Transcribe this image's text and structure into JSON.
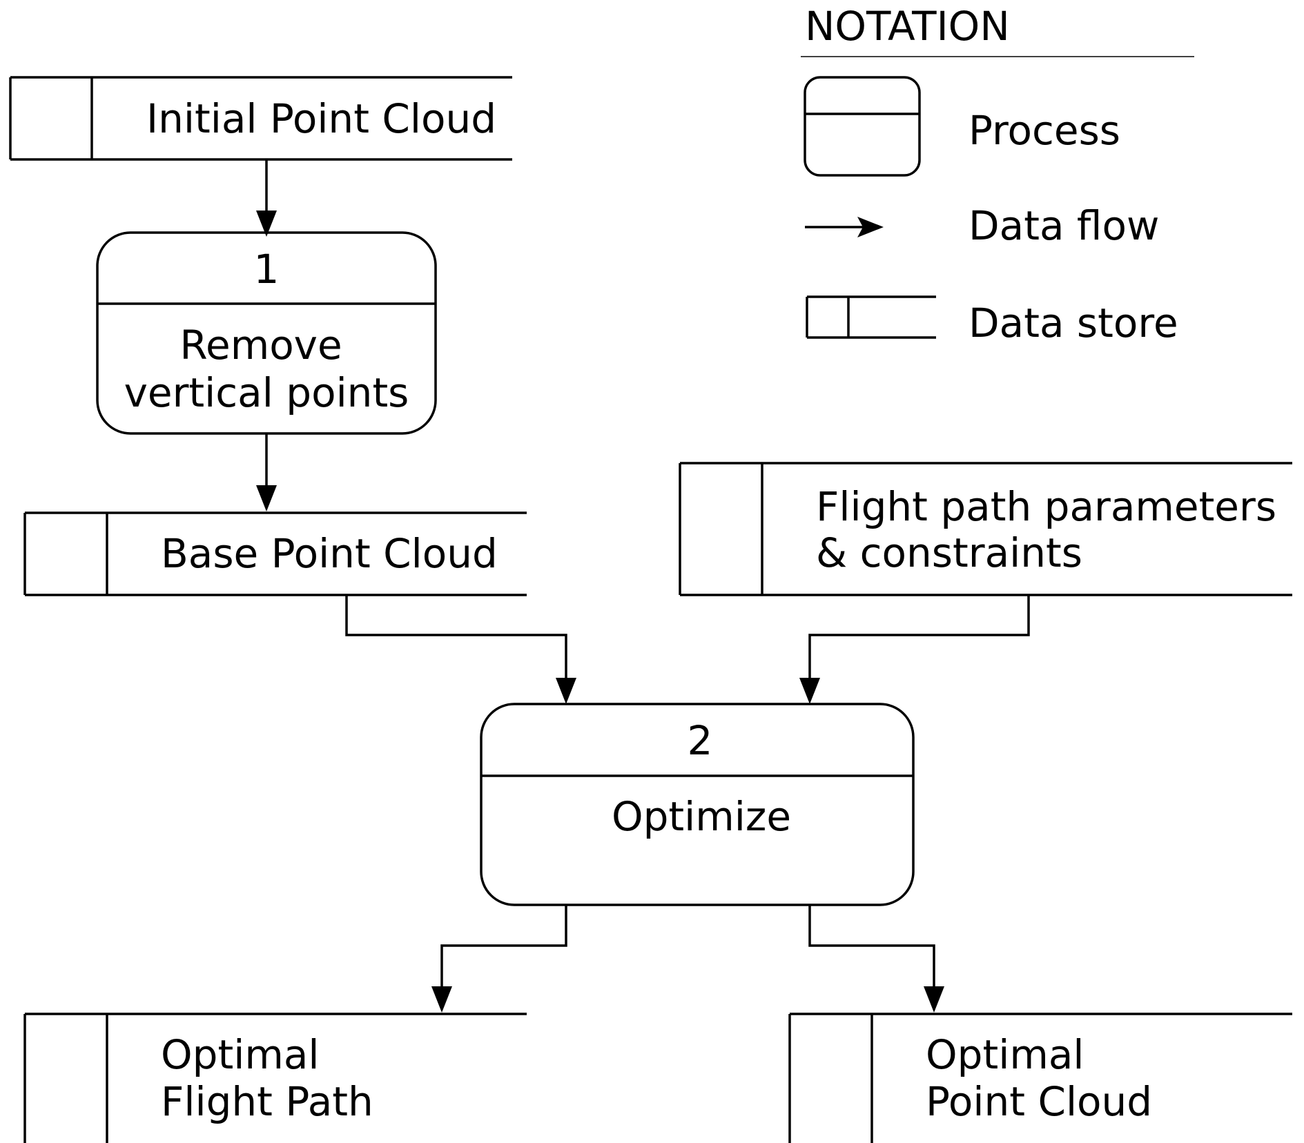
{
  "legend": {
    "title": "NOTATION",
    "process_label": "Process",
    "flow_label": "Data flow",
    "store_label": "Data store"
  },
  "stores": {
    "initial": {
      "label": "Initial Point Cloud"
    },
    "base": {
      "label": "Base Point Cloud"
    },
    "params": {
      "line1": "Flight path parameters",
      "line2": "& constraints"
    },
    "path": {
      "line1": "Optimal",
      "line2": "Flight Path"
    },
    "cloud": {
      "line1": "Optimal",
      "line2": "Point Cloud"
    }
  },
  "processes": {
    "p1": {
      "number": "1",
      "line1": "Remove",
      "line2": "vertical points"
    },
    "p2": {
      "number": "2",
      "line1": "Optimize"
    }
  },
  "colors": {
    "stroke": "#000000",
    "background": "#ffffff"
  }
}
